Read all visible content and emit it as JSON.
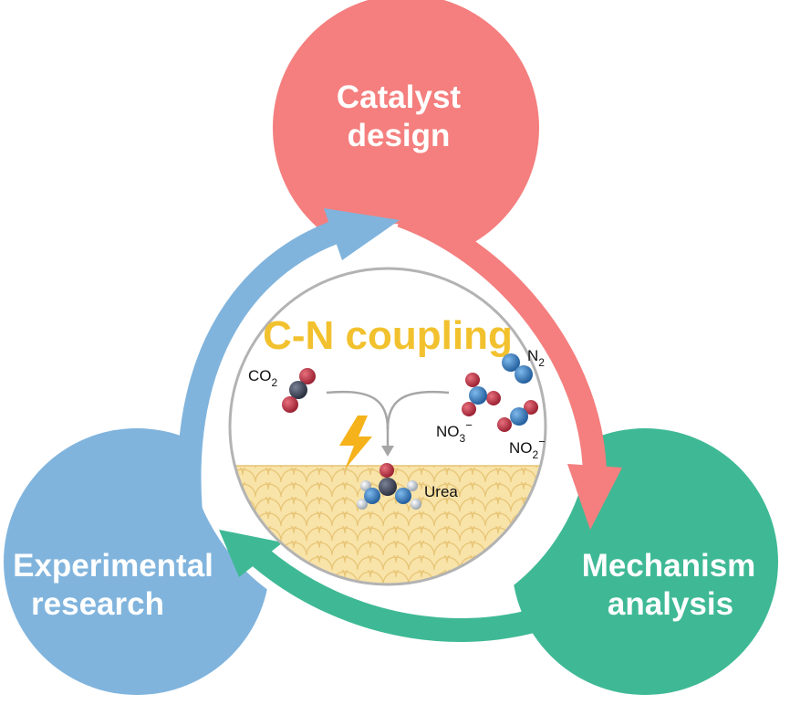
{
  "nodes": {
    "catalyst": {
      "line1": "Catalyst",
      "line2": "design"
    },
    "mechanism": {
      "line1": "Mechanism",
      "line2": "analysis"
    },
    "experimental": {
      "line1": "Experimental",
      "line2": "research"
    }
  },
  "center": {
    "title": "C-N coupling",
    "reactant_co2": {
      "main": "CO",
      "sub": "2"
    },
    "reactant_n2": {
      "main": "N",
      "sub": "2"
    },
    "reactant_no3": {
      "main": "NO",
      "sub": "3",
      "sup": "−"
    },
    "reactant_no2": {
      "main": "NO",
      "sub": "2",
      "sup": "−"
    },
    "product": "Urea"
  },
  "colors": {
    "catalyst": "#f47f7e",
    "mechanism": "#3fb995",
    "experimental": "#80b4dd",
    "title": "#f2c12e",
    "surface": "#f8e3a8",
    "surface_line": "#e7c474",
    "carbon": "#3e4556",
    "oxygen": "#c43b4b",
    "nitrogen": "#3a86c8",
    "hydrogen": "#c9d3de",
    "lightning": "#f5b21b"
  },
  "icons": {
    "reaction_arrow": "curved-merge-arrow-icon",
    "energy": "lightning-bolt-icon"
  }
}
